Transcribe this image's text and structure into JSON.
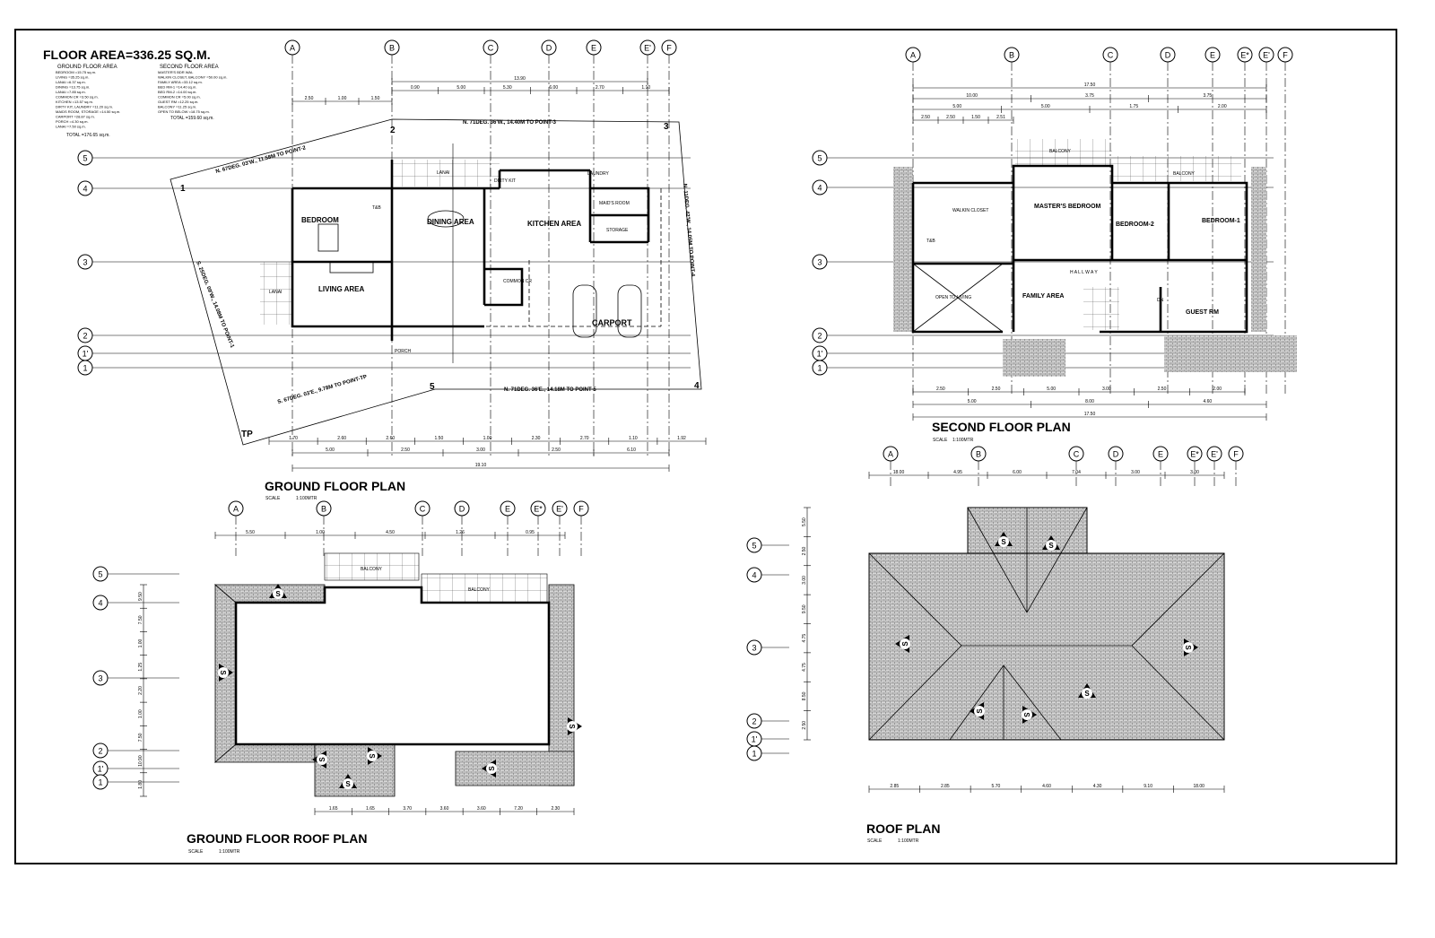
{
  "floor_area_title": "FLOOR AREA=336.25 SQ.M.",
  "area_table": {
    "ground": {
      "heading": "GROUND FLOOR AREA",
      "rows": [
        "BEDROOM =15.75 sq.m.",
        "LIVING =35.25 sq.m.",
        "LANAI =6.37 sq.m.",
        "DINING =13.75 sq.m.",
        "LANAI =7.85 sq.m.",
        "COMMON CR =3.50 sq.m.",
        "KITCHEN =13.57 sq.m.",
        "DIRTY KIT, LAUNDRY =11.20 sq.m.",
        "MAIDS ROOM, STORAGE =14.50 sq.m.",
        "CARPORT =28.87 sq.m.",
        "PORCH =4.30 sq.m.",
        "LANAI =7.50 sq.m."
      ],
      "total": "TOTAL =176.65 sq.m."
    },
    "second": {
      "heading": "SECOND FLOOR AREA",
      "rows": [
        "MASTER'S BDR WAL",
        "WALKIN CLOSET, BALCONY =50.00 sq.m.",
        "FAMILY AREA =33.12 sq.m.",
        "BED RM-1 =14.40 sq.m.",
        "BED RM-2 =14.00 sq.m.",
        "COMMON CR =5.00 sq.m.",
        "GUEST RM =12.25 sq.m.",
        "BALCONY =11.25 sq.m.",
        "OPEN TO BELOW =18.75 sq.m."
      ],
      "total": "TOTAL =159.60 sq.m."
    }
  },
  "plans": {
    "ground": {
      "title": "GROUND FLOOR PLAN",
      "scale_label": "SCALE",
      "scale_value": "1:100MTR"
    },
    "second": {
      "title": "SECOND FLOOR PLAN",
      "scale_label": "SCALE",
      "scale_value": "1:100MTR"
    },
    "gf_roof": {
      "title": "GROUND FLOOR ROOF PLAN",
      "scale_label": "SCALE",
      "scale_value": "1:100MTR"
    },
    "roof": {
      "title": "ROOF PLAN",
      "scale_label": "SCALE",
      "scale_value": "1:100MTR"
    }
  },
  "grid_cols": {
    "ground": [
      "A",
      "B",
      "C",
      "D",
      "E",
      "E'",
      "F"
    ],
    "second": [
      "A",
      "B",
      "C",
      "D",
      "E",
      "E*",
      "E'",
      "F"
    ],
    "gf_roof": [
      "A",
      "B",
      "C",
      "D",
      "E",
      "E*",
      "E'",
      "F"
    ],
    "roof": [
      "A",
      "B",
      "C",
      "D",
      "E",
      "E*",
      "E'",
      "F"
    ]
  },
  "grid_rows": [
    "5",
    "4",
    "3",
    "2",
    "1'",
    "1"
  ],
  "rooms": {
    "bedroom": "BEDROOM",
    "dining": "DINING AREA",
    "kitchen": "KITCHEN AREA",
    "living": "LIVING AREA",
    "lanai_top": "LANAI",
    "lanai_left": "LANAI",
    "dirty_kit": "DIRTY KIT",
    "laundry": "LAUNDRY",
    "maids": "MAID'S ROOM",
    "storage": "STORAGE",
    "common_cr": "COMMON CR",
    "carport": "CARPORT",
    "porch": "PORCH",
    "t_b": "T&B",
    "masters": "MASTER'S BEDROOM",
    "bedroom2": "BEDROOM-2",
    "bedroom1": "BEDROOM-1",
    "walkin": "WALKIN CLOSET",
    "open_living": "OPEN TO LIVING",
    "family": "FAMILY AREA",
    "hallway": "H A L L W A Y",
    "guest": "GUEST RM",
    "balcony": "BALCONY",
    "dn": "DN",
    "tb2": "T&B"
  },
  "lot": {
    "corners": [
      "1",
      "2",
      "3",
      "4",
      "5",
      "TP"
    ],
    "bearings": [
      "N. 67DEG. 03'W., 11.58M TO POINT-2",
      "N. 71DEG. 36'W., 14.40M TO POINT-3",
      "N. 11DEG. 42'W., 14.05M TO POINT-4",
      "N. 71DEG. 36'E., 14.18M TO POINT-5",
      "S. 67DEG. 03'E., 9.78M TO POINT-TP",
      "S. 25DEG. 09'W., 14.08M TO POINT-1"
    ]
  },
  "dims": {
    "gf_top_row1": [
      "2.50",
      "1.00",
      "1.50"
    ],
    "gf_top_row2": [
      "0.90",
      "5.00",
      "5.30",
      "6.00",
      "2.70",
      "1.10"
    ],
    "gf_top_total": "13.90",
    "gf_bottom_row1": [
      "1.70",
      "2.60",
      "2.60",
      "1.50",
      "1.00",
      "2.30",
      "2.70",
      "1.10",
      "1.92"
    ],
    "gf_bottom_row2": [
      "5.00",
      "2.50",
      "3.00",
      "2.50",
      "6.10"
    ],
    "gf_bottom_total": "19.10",
    "sf_top_total": "17.50",
    "sf_top_row1": [
      "10.00",
      "3.75",
      "3.75"
    ],
    "sf_top_row2": [
      "5.00",
      "5.00",
      "1.75",
      "2.00"
    ],
    "sf_top_row3": [
      "2.50",
      "2.50",
      "1.50",
      "2.51"
    ],
    "sf_bottom_row1": [
      "2.50",
      "2.50",
      "5.00",
      "3.00",
      "2.50",
      "2.00"
    ],
    "sf_bottom_row2": [
      "5.00",
      "8.00",
      "4.60"
    ],
    "sf_bottom_total": "17.50",
    "gr_top": [
      "5.50",
      "1.00",
      "4.50",
      "1.26",
      "0.95"
    ],
    "gr_bottom": [
      "1.65",
      "1.65",
      "3.70",
      "3.60",
      "3.60",
      "7.20",
      "2.30"
    ],
    "gr_side": [
      "9.50",
      "7.50",
      "1.00",
      "1.25",
      "2.20",
      "1.00",
      "7.50",
      "10.90",
      "1.80"
    ],
    "rf_top": [
      "18.00",
      "4.95",
      "6.00",
      "7.04",
      "3.00",
      "3.00"
    ],
    "rf_bottom": [
      "2.85",
      "2.85",
      "5.70",
      "4.60",
      "4.30",
      "9.10",
      "18.00"
    ],
    "rf_side": [
      "5.50",
      "2.50",
      "3.00",
      "9.50",
      "4.75",
      "4.75",
      "8.50",
      "2.50"
    ]
  },
  "slope_mark": "S"
}
